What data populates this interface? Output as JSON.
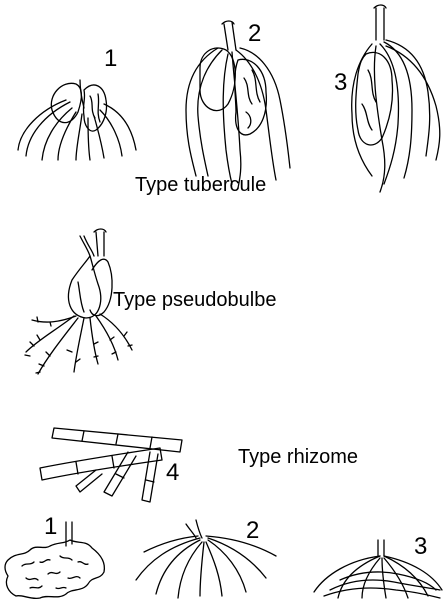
{
  "sections": {
    "tubercule": {
      "caption": "Type tubercule",
      "specimens": [
        {
          "number": "1"
        },
        {
          "number": "2"
        },
        {
          "number": "3"
        }
      ]
    },
    "pseudobulbe": {
      "caption": "Type pseudobulbe"
    },
    "rhizome": {
      "caption": "Type rhizome",
      "specimen_number": "4"
    },
    "roots": {
      "specimens": [
        {
          "number": "1"
        },
        {
          "number": "2"
        },
        {
          "number": "3"
        }
      ]
    }
  }
}
